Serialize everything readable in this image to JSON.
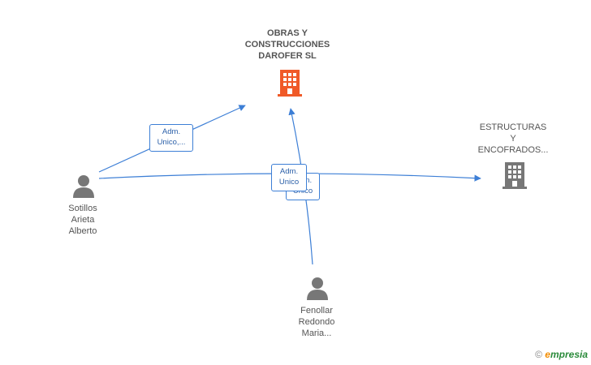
{
  "nodes": {
    "main_company": {
      "label": "OBRAS Y\nCONSTRUCCIONES\nDAROFER SL",
      "icon": "building-icon",
      "color": "#f05a28"
    },
    "other_company": {
      "label": "ESTRUCTURAS\nY\nENCOFRADOS...",
      "icon": "building-icon",
      "color": "#777777"
    },
    "person_1": {
      "label": "Sotillos\nArieta\nAlberto",
      "icon": "person-icon"
    },
    "person_2": {
      "label": "Fenollar\nRedondo\nMaria...",
      "icon": "person-icon"
    }
  },
  "edges": {
    "e1_label": "Adm.\nUnico,...",
    "e2_label": "Adm.\nUnico",
    "e3_label": "Adm.\nUnico"
  },
  "colors": {
    "edge": "#3d7fd6",
    "person": "#777777"
  },
  "footer": {
    "copyright": "©",
    "brand_initial": "e",
    "brand_rest": "mpresia"
  }
}
